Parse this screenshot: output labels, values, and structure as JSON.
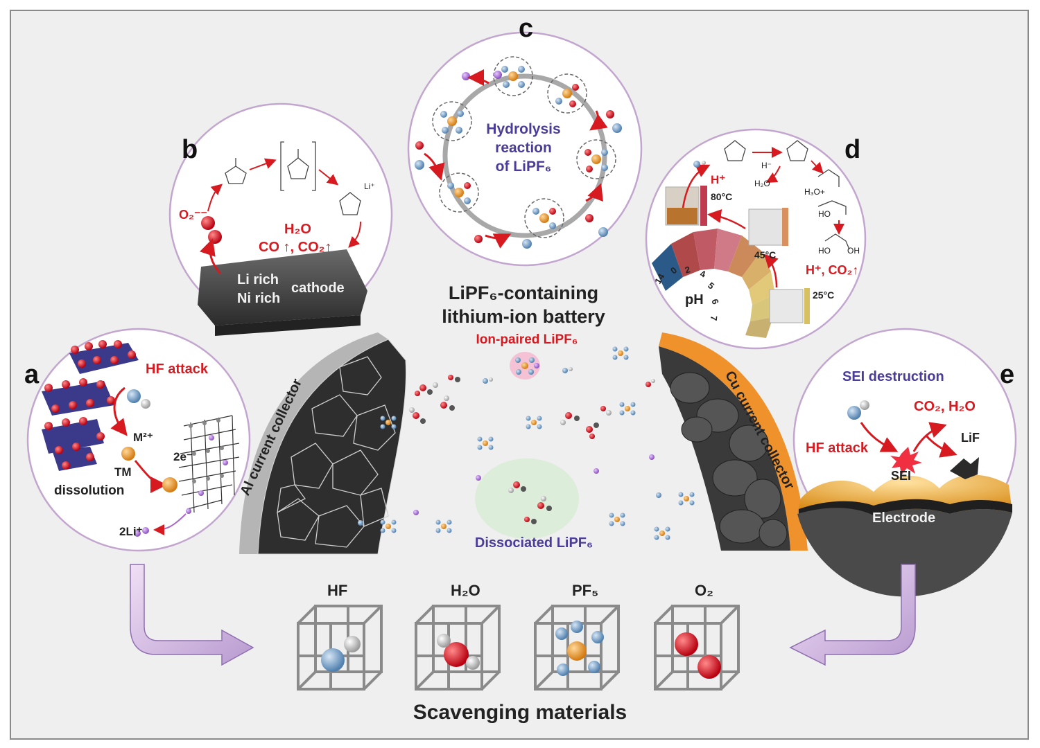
{
  "panels": {
    "a": {
      "letter": "a",
      "hf_attack": "HF attack",
      "m2": "M²⁺",
      "two_e": "2e⁻",
      "tm": "TM",
      "dissolution": "dissolution",
      "two_li": "2Li⁺"
    },
    "b": {
      "letter": "b",
      "o2": "O₂⁻⁻",
      "li_plus": "Li⁺",
      "h2o": "H₂O",
      "co_co2": "CO ↑, CO₂↑",
      "li_rich": "Li rich",
      "ni_rich": "Ni rich",
      "cathode": "cathode"
    },
    "c": {
      "letter": "c",
      "line1": "Hydrolysis",
      "line2": "reaction",
      "line3": "of LiPF₆"
    },
    "d": {
      "letter": "d",
      "h_plus": "H⁺",
      "h_minus": "H⁻",
      "h2o": "H₂O",
      "h3o": "H₃O+",
      "ho": "HO",
      "oh": "OH",
      "t80": "80°C",
      "t45": "45°C",
      "t25": "25°C",
      "ph": "pH",
      "ph_ticks": [
        "14",
        "0",
        "2",
        "4",
        "5",
        "6",
        "7"
      ],
      "products": "H⁺, CO₂↑"
    },
    "e": {
      "letter": "e",
      "sei_destruction": "SEI destruction",
      "co2_h2o": "CO₂, H₂O",
      "hf_attack": "HF attack",
      "lif": "LiF",
      "sei": "SEI",
      "electrode": "Electrode"
    }
  },
  "center": {
    "title_line1": "LiPF₆-containing",
    "title_line2": "lithium-ion battery",
    "ion_paired": "Ion-paired LiPF₆",
    "dissociated": "Dissociated LiPF₆",
    "al_collector": "Al current collector",
    "cu_collector": "Cu current collector"
  },
  "scavengers": {
    "title": "Scavenging materials",
    "items": [
      "HF",
      "H₂O",
      "PF₅",
      "O₂"
    ]
  },
  "colors": {
    "red": "#d71920",
    "purple_text": "#4a3c98",
    "circle_border": "#c3a6cf",
    "orange": "#f0922b",
    "arrow": "#c8a6d8"
  }
}
